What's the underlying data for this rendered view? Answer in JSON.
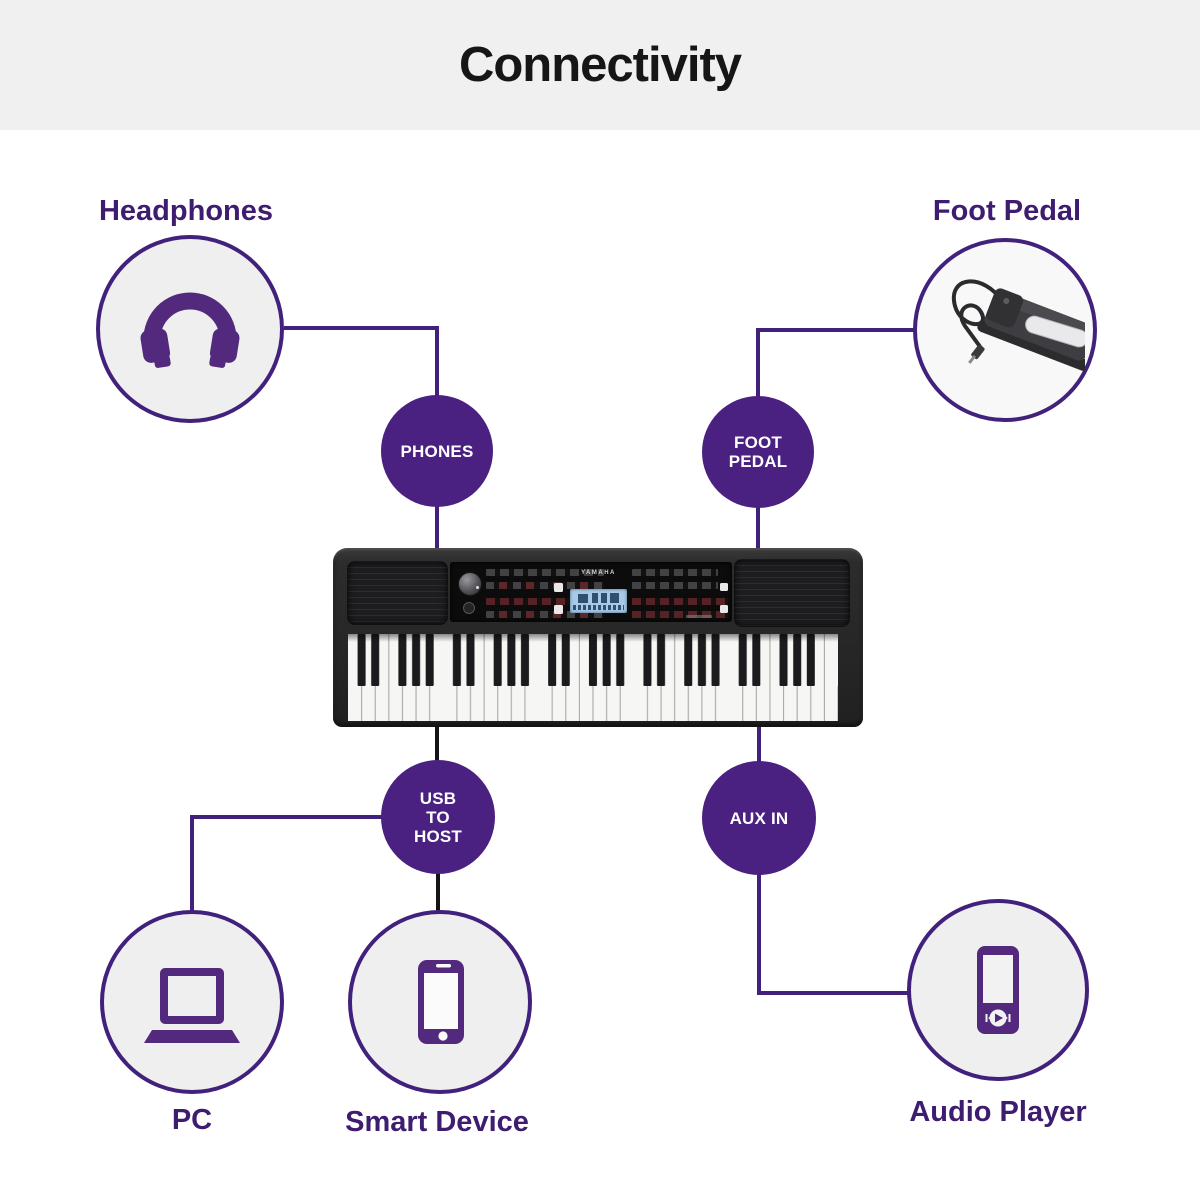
{
  "header": {
    "title": "Connectivity"
  },
  "nodes": {
    "headphones": {
      "label": "Headphones"
    },
    "foot_pedal": {
      "label": "Foot Pedal"
    },
    "pc": {
      "label": "PC"
    },
    "smart_device": {
      "label": "Smart Device"
    },
    "audio_player": {
      "label": "Audio Player"
    }
  },
  "ports": {
    "phones": {
      "label": "PHONES"
    },
    "foot_pedal": {
      "lines": [
        "FOOT",
        "PEDAL"
      ]
    },
    "usb_to_host": {
      "lines": [
        "USB",
        "TO",
        "HOST"
      ]
    },
    "aux_in": {
      "label": "AUX IN"
    }
  },
  "keyboard": {
    "brand": "YAMAHA"
  },
  "colors": {
    "banner_bg": "#f0f0f0",
    "title_text": "#161616",
    "label_text": "#3e1c70",
    "line_purple": "#42217c",
    "line_black": "#141414",
    "port_fill": "#4a2181",
    "circle_fill": "#efefef",
    "circle_border": "#42217c",
    "lcd_blue": "#a7cae9"
  }
}
